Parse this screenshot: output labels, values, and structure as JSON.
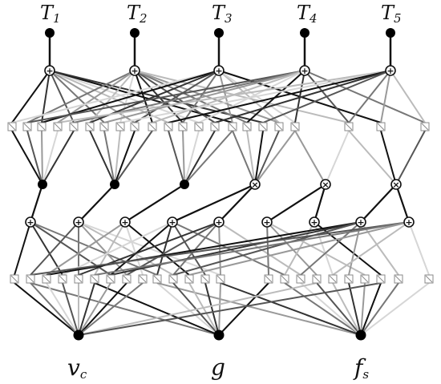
{
  "outputs": [
    {
      "main": "T",
      "sub": "1"
    },
    {
      "main": "T",
      "sub": "2"
    },
    {
      "main": "T",
      "sub": "3"
    },
    {
      "main": "T",
      "sub": "4"
    },
    {
      "main": "T",
      "sub": "5"
    }
  ],
  "inputs": [
    {
      "main": "v",
      "sub": "c"
    },
    {
      "main": "g",
      "sub": ""
    },
    {
      "main": "f",
      "sub": "s"
    }
  ],
  "operators": {
    "sum": "+",
    "product": "×"
  },
  "colors": {
    "ink": "#111111",
    "node_fill": "#000000",
    "background": "#ffffff"
  }
}
